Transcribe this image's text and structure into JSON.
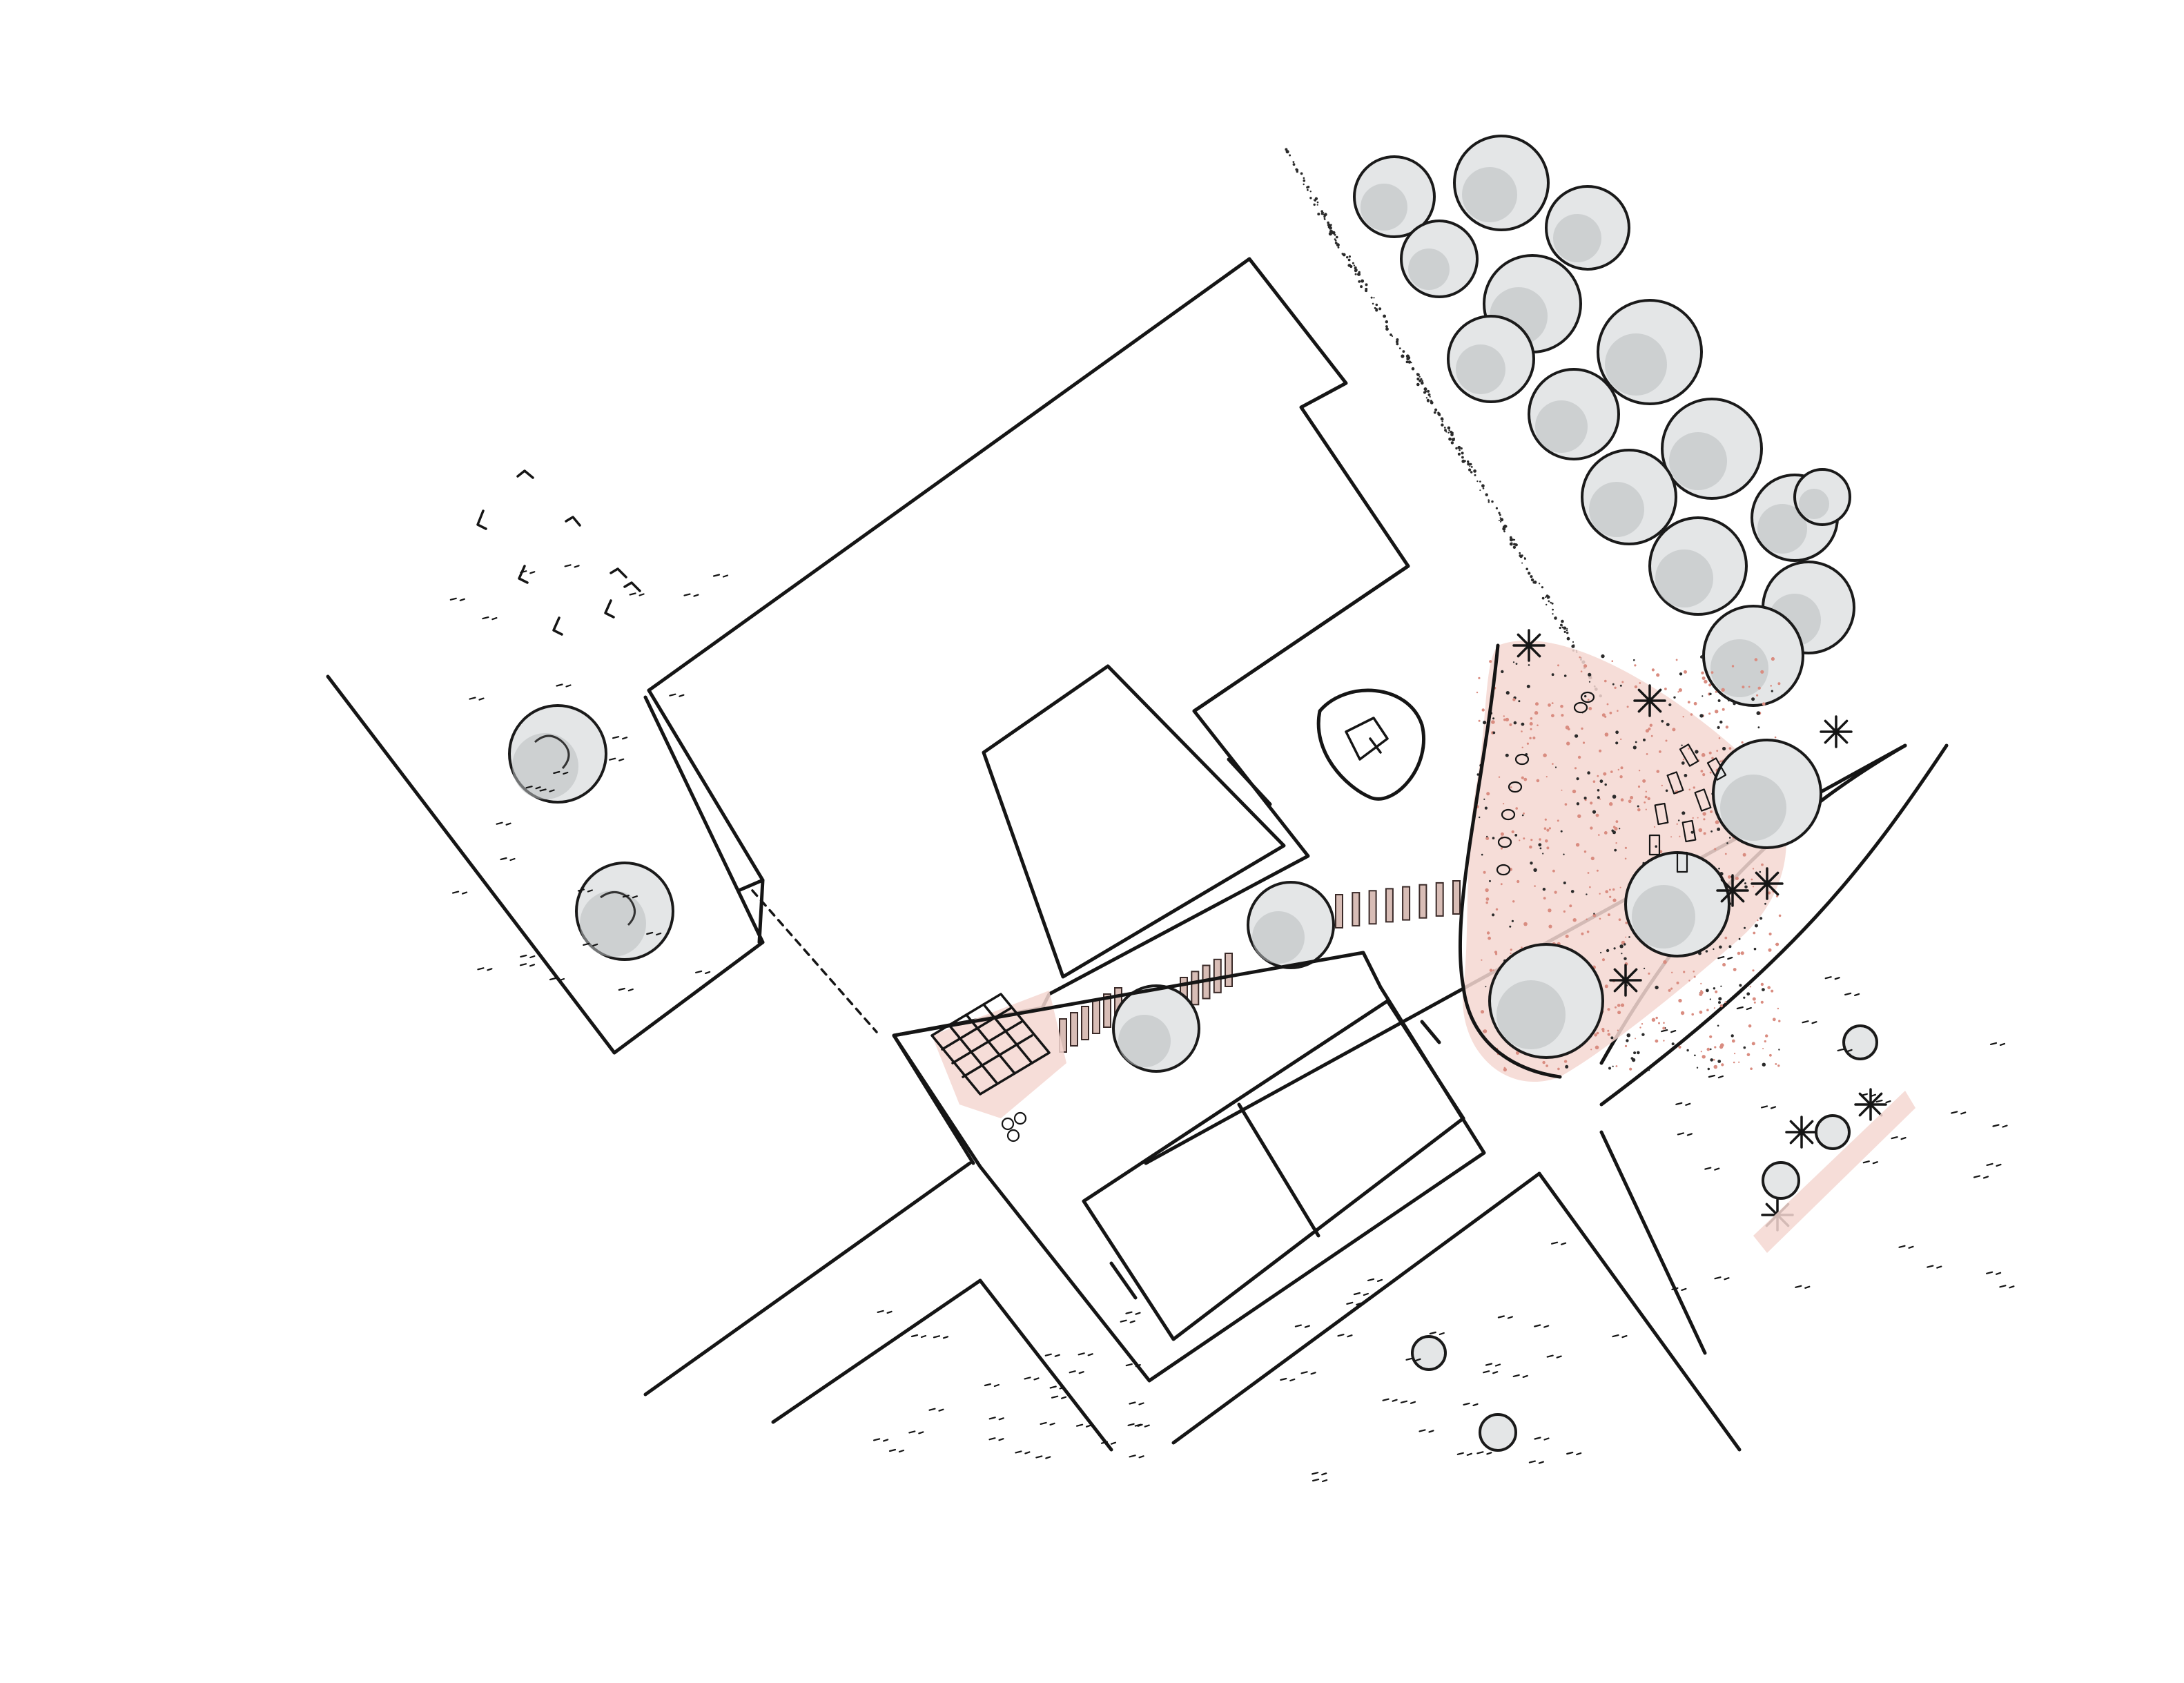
{
  "drawing": {
    "kind": "hand-drawn landscape site plan",
    "palette": {
      "ink": "#151515",
      "canopy_wash": "#e4e6e7",
      "canopy_shadow": "#b9bdc0",
      "gravel_wash": "#f4d7d1",
      "gravel_speckle": "#d98c80",
      "paver": "#d8bdb6"
    },
    "features": [
      "main-building",
      "raised-roof-section",
      "courtyard-pond",
      "gravel-garden",
      "tree-belt",
      "sports-court",
      "pergola",
      "stepping-path",
      "street",
      "parking-area"
    ]
  }
}
